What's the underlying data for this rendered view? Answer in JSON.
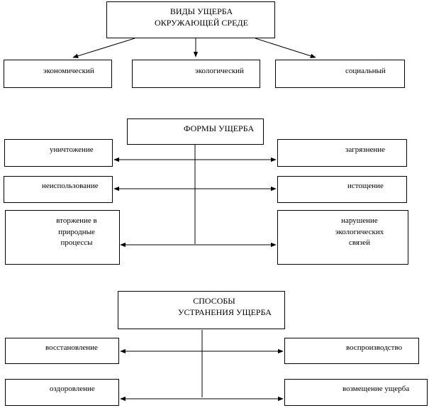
{
  "types": {
    "title_lines": [
      "ВИДЫ УЩЕРБА",
      "ОКРУЖАЮЩЕЙ СРЕДЕ"
    ],
    "items": [
      "экономический",
      "экологический",
      "социальный"
    ]
  },
  "forms": {
    "title": "ФОРМЫ УЩЕРБА",
    "left": [
      [
        "уничтожение"
      ],
      [
        "неиспользование"
      ],
      [
        "вторжение в",
        "природные",
        "процессы"
      ]
    ],
    "right": [
      [
        "загрязнение"
      ],
      [
        "истощение"
      ],
      [
        "нарушение",
        "экологических",
        "связей"
      ]
    ]
  },
  "methods": {
    "title_lines": [
      "СПОСОБЫ",
      "УСТРАНЕНИЯ УЩЕРБА"
    ],
    "left": [
      "восстановление",
      "оздоровление"
    ],
    "right": [
      "воспроизводство",
      "возмещение ущерба"
    ]
  }
}
